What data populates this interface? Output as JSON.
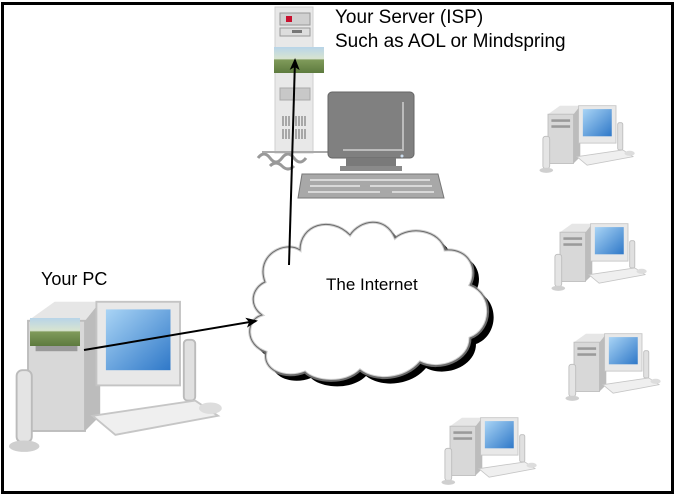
{
  "server": {
    "title": "Your Server (ISP)",
    "subtitle": "Such as AOL or Mindspring"
  },
  "pc": {
    "label": "Your PC"
  },
  "internet": {
    "label": "The Internet"
  },
  "colors": {
    "border": "#000000",
    "screen_blue": "#4a8fd6",
    "case_gray": "#dcdcdc",
    "server_monitor": "#808080",
    "cloud_outline": "#b0b0b0"
  },
  "other_computers_count": 4
}
